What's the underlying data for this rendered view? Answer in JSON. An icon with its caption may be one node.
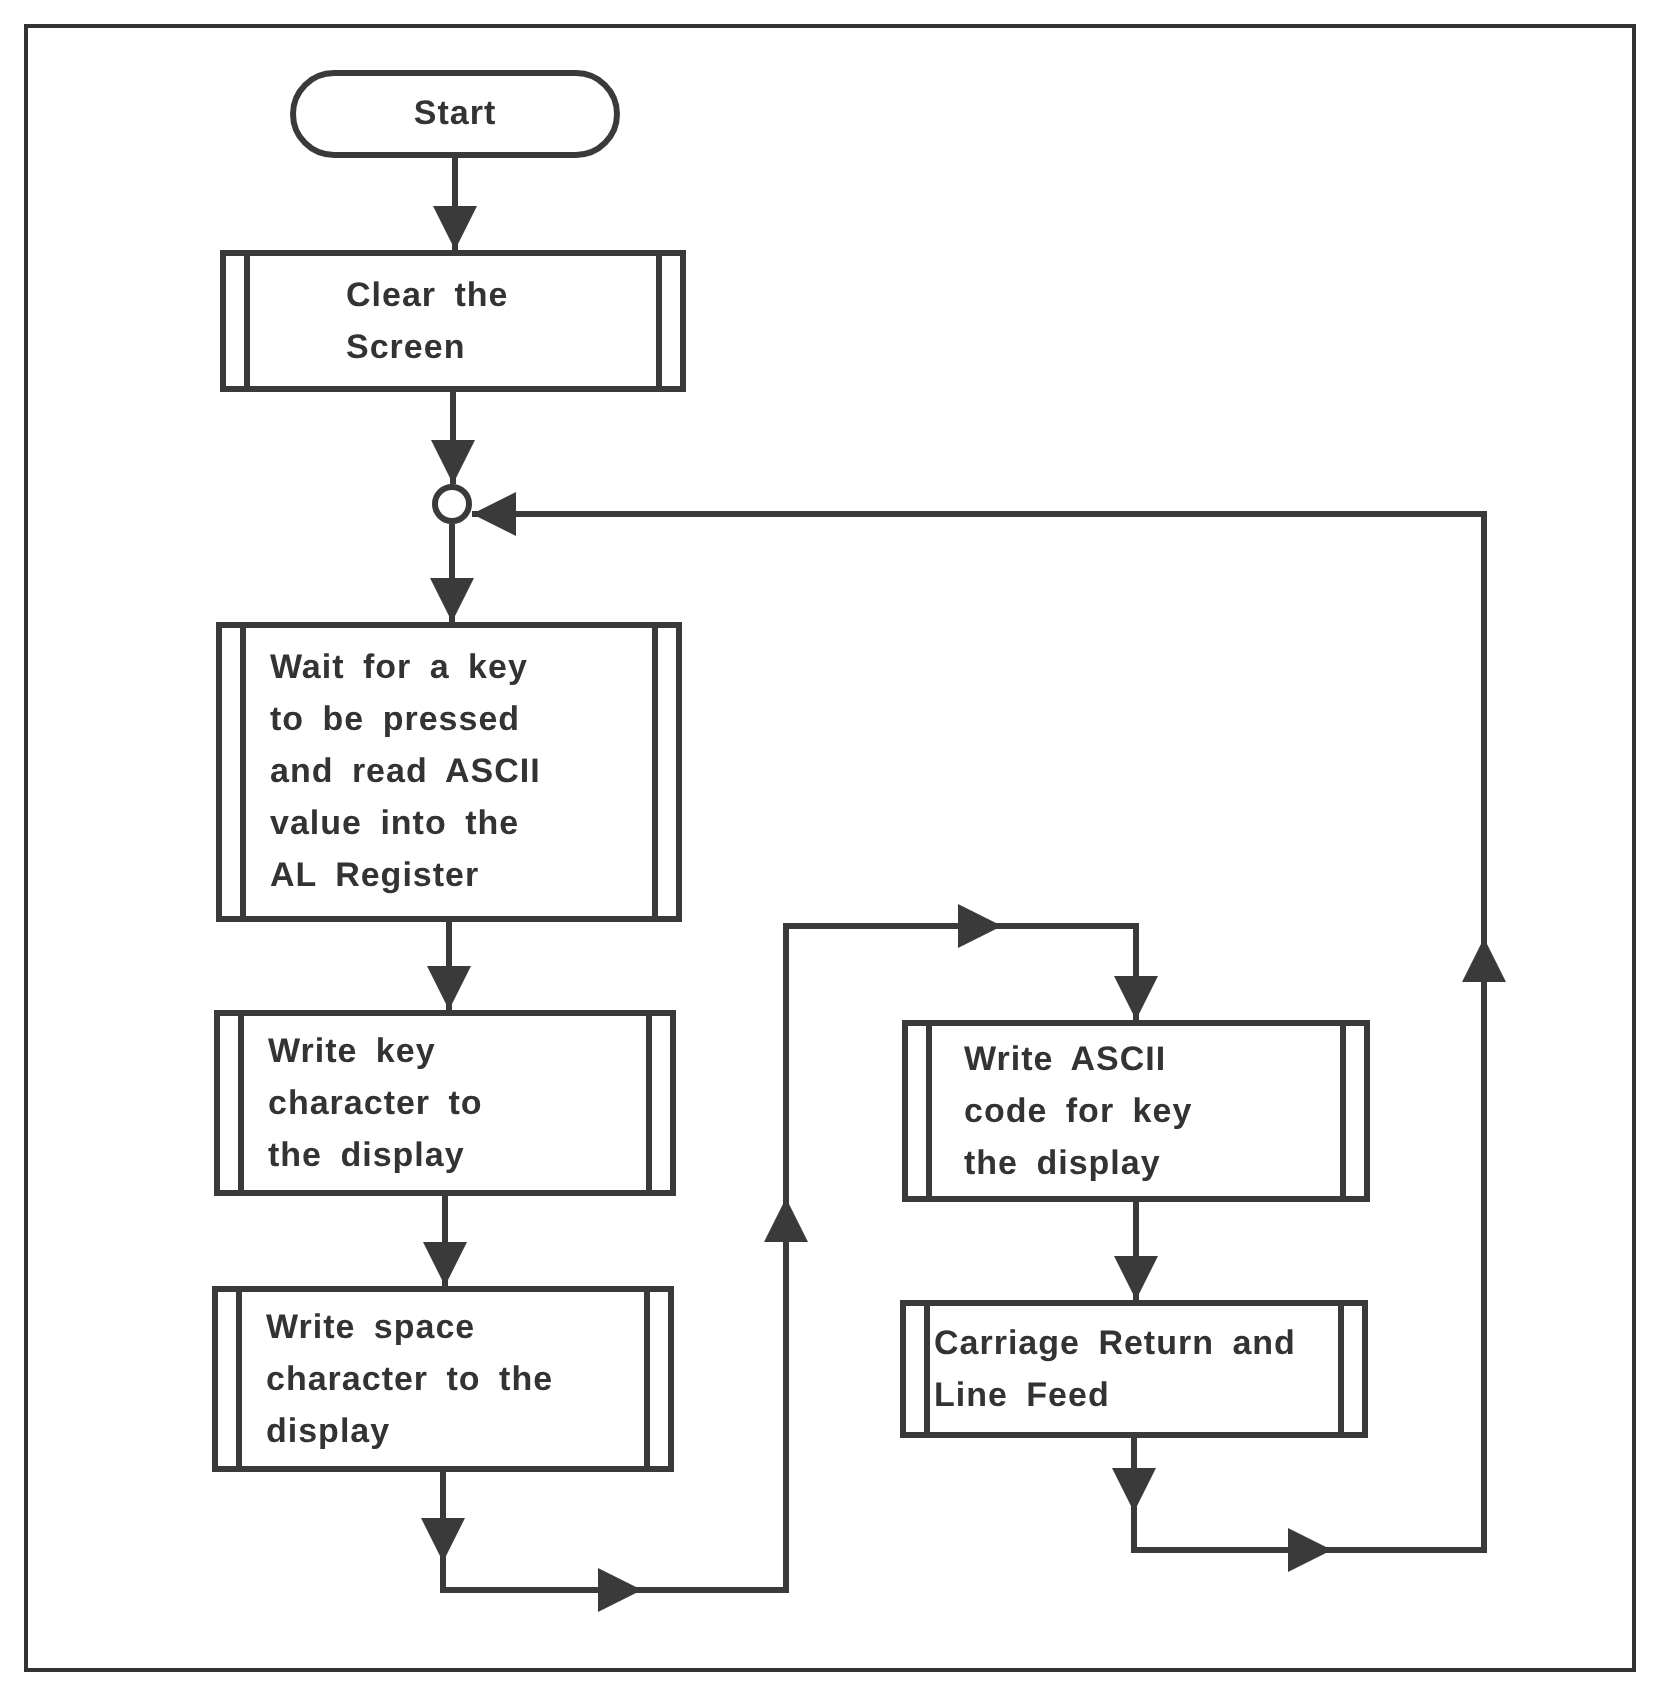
{
  "diagram": {
    "nodes": [
      {
        "text": [
          "Start"
        ]
      },
      {
        "text": [
          "Clear the Screen"
        ]
      },
      {
        "text": [],
        "shape": "circle"
      },
      {
        "text": [
          "Wait for a key to be pressed and read ASCII value into the AL Register"
        ]
      },
      {
        "text": [
          "Write key character to the display"
        ]
      },
      {
        "text": [
          "Write space character to the display"
        ]
      },
      {
        "text": [
          "Write ASCII code for key the display"
        ]
      },
      {
        "text": [
          "Carriage Return and Line Feed"
        ]
      }
    ],
    "edges": [
      {
        "from": 0,
        "to": 1,
        "arrow": "to"
      },
      {
        "from": 1,
        "to": 2,
        "arrow": "to"
      },
      {
        "from": 2,
        "to": 3,
        "arrow": "to"
      },
      {
        "from": 3,
        "to": 4,
        "arrow": "to"
      },
      {
        "from": 4,
        "to": 5,
        "arrow": "to"
      },
      {
        "from": 5,
        "to": 6,
        "arrow": "to"
      },
      {
        "from": 6,
        "to": 7,
        "arrow": "to"
      },
      {
        "from": 7,
        "to": 2,
        "arrow": "to"
      }
    ]
  }
}
